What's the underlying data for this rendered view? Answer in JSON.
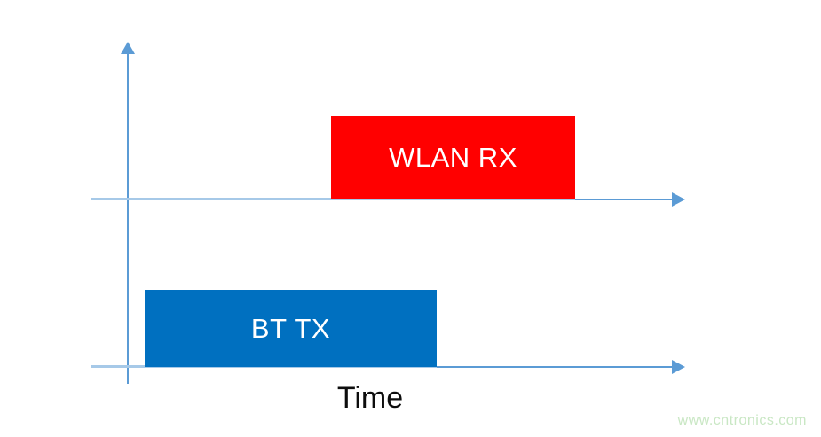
{
  "diagram": {
    "type": "timing-diagram",
    "xlabel": "Time",
    "watermark": "www.cntronics.com",
    "bars": [
      {
        "label": "WLAN RX",
        "color": "#ff0000",
        "text_color": "#ffffff",
        "timeline": "upper",
        "note": "starts after BT TX starts, ends later; sits on upper time axis"
      },
      {
        "label": "BT TX",
        "color": "#0070c0",
        "text_color": "#ffffff",
        "timeline": "lower",
        "note": "starts near time origin, ends while WLAN RX still active; sits on lower time axis"
      }
    ],
    "colors": {
      "axis": "#5b9bd5",
      "line_light": "#a6c9e8",
      "time_label": "#0d0d0d",
      "watermark": "#c9e7c4",
      "background": "#ffffff"
    }
  }
}
